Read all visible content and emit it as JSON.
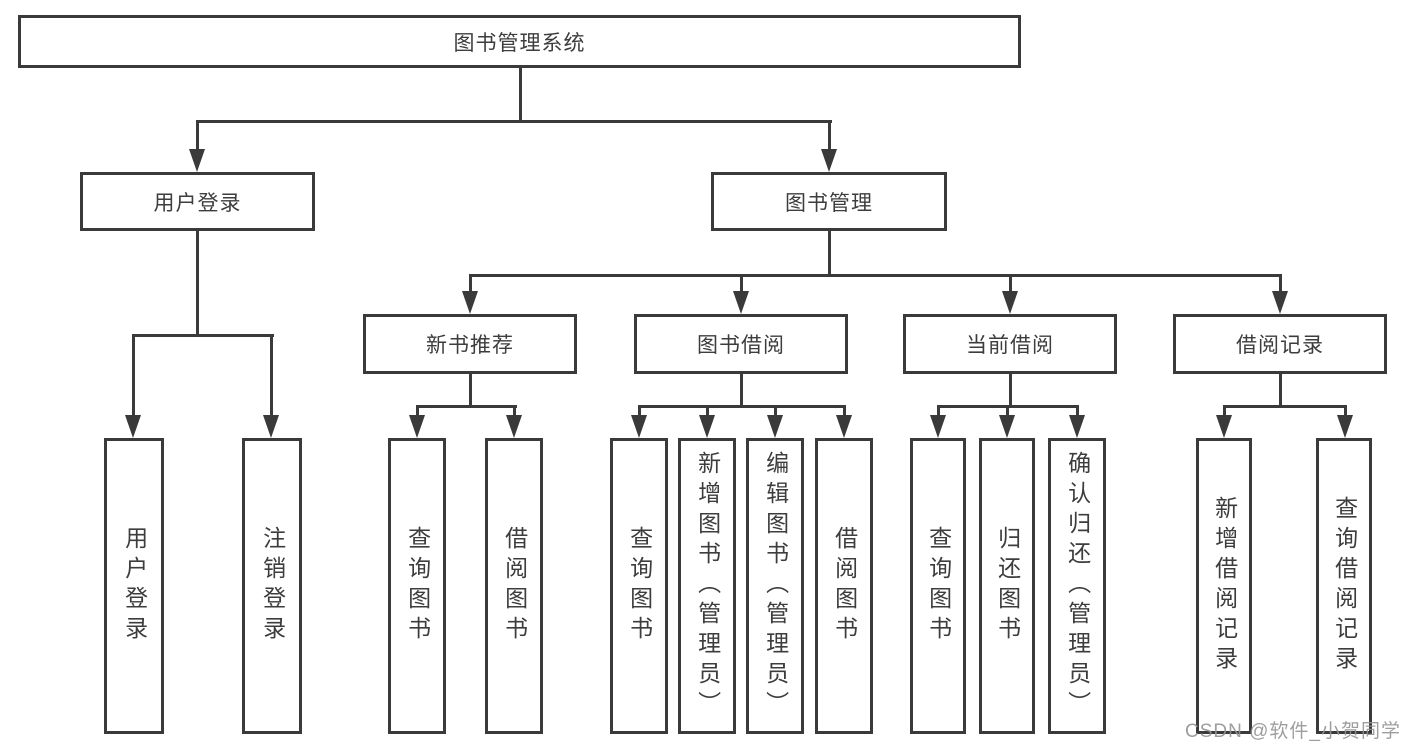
{
  "diagram": {
    "type": "hierarchy-tree",
    "colors": {
      "line": "#3a3a3a",
      "box_border": "#3a3a3a",
      "text": "#3d3d3d",
      "background": "#ffffff",
      "watermark": "#949494"
    },
    "tree": {
      "label": "图书管理系统",
      "children": [
        {
          "label": "用户登录",
          "children": [
            {
              "label": "用户登录"
            },
            {
              "label": "注销登录"
            }
          ]
        },
        {
          "label": "图书管理",
          "children": [
            {
              "label": "新书推荐",
              "children": [
                {
                  "label": "查询图书"
                },
                {
                  "label": "借阅图书"
                }
              ]
            },
            {
              "label": "图书借阅",
              "children": [
                {
                  "label": "查询图书"
                },
                {
                  "label": "新增图书（管理员）"
                },
                {
                  "label": "编辑图书（管理员）"
                },
                {
                  "label": "借阅图书"
                }
              ]
            },
            {
              "label": "当前借阅",
              "children": [
                {
                  "label": "查询图书"
                },
                {
                  "label": "归还图书"
                },
                {
                  "label": "确认归还（管理员）"
                }
              ]
            },
            {
              "label": "借阅记录",
              "children": [
                {
                  "label": "新增借阅记录"
                },
                {
                  "label": "查询借阅记录"
                }
              ]
            }
          ]
        }
      ]
    }
  },
  "watermark": {
    "text": "CSDN @软件_小贺同学"
  }
}
